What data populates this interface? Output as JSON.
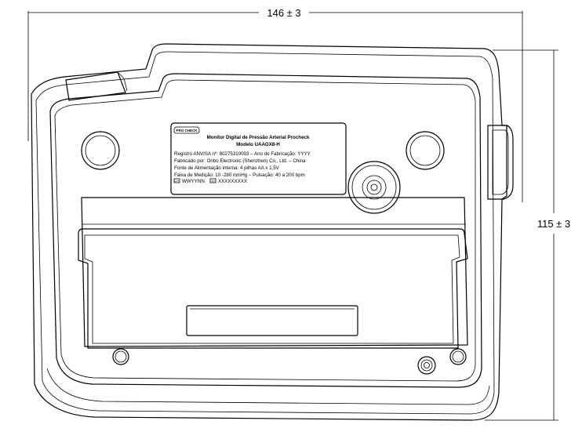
{
  "dimensions": {
    "width_label": "146 ± 3",
    "height_label": "115 ± 3"
  },
  "label_plate": {
    "logo_text": "PRO CHECK",
    "title": "Monitor Digital de Pressão Arterial Procheck",
    "model": "Modelo UAAOX8-H",
    "lines": [
      "Registro ANVISA nº: 80275310003 – Ano de Fabricação: YYYY",
      "Fabricado por: Onbo Electronic (Shenzhen) Co., Ltd. – China",
      "Fonte de Alimentação interna: 4 pilhas AA x 1,5V",
      "Faixa de Medição: 10 -280 mmHg – Pulsação: 40 a 200 bpm"
    ],
    "lot_code": "WWYYNN",
    "serial_code": "XXXXXXXXX"
  },
  "colors": {
    "line": "#000000",
    "background": "#ffffff"
  }
}
